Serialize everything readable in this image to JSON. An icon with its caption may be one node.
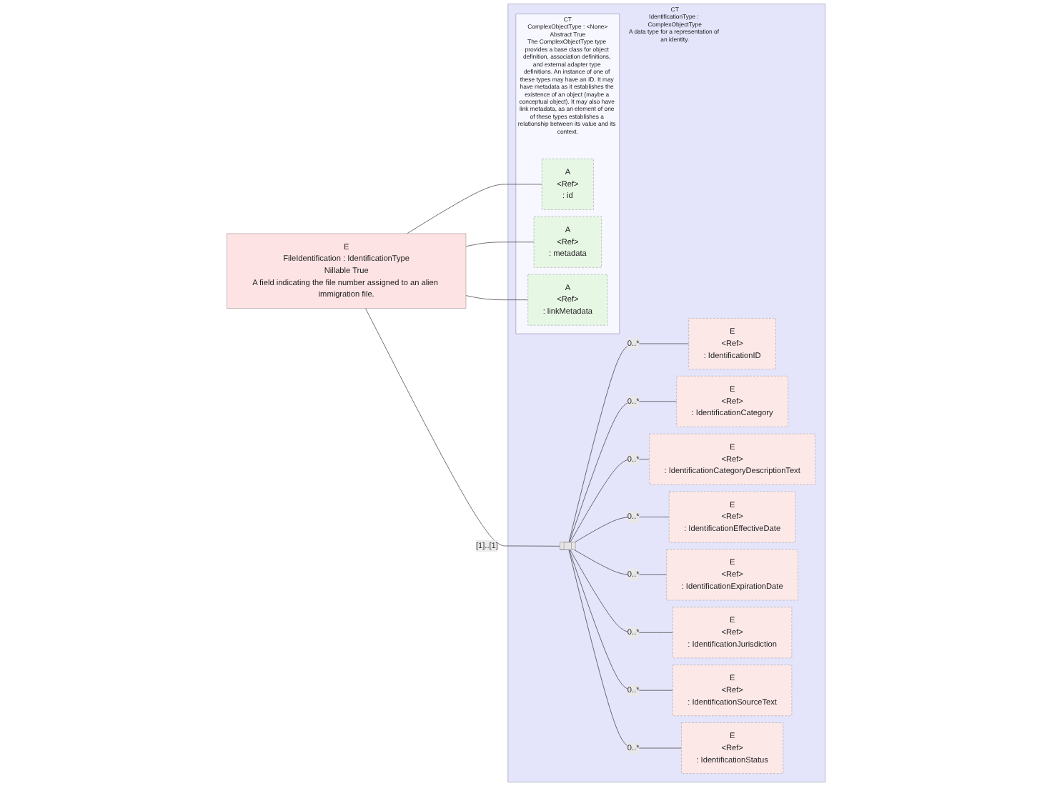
{
  "diagram": {
    "nodes": [
      {
        "text": [
          "E",
          "FileIdentification : IdentificationType",
          "Nillable True",
          "A field indicating the file number assigned to an alien immigration file."
        ]
      },
      {
        "text": [
          "CT",
          "IdentificationType : ComplexObjectType",
          "A data type for a representation of an identity."
        ]
      },
      {
        "text": [
          "CT",
          "ComplexObjectType : <None>",
          "Abstract True",
          "The ComplexObjectType type provides a base class for object definition, association definitions, and external adapter type definitions. An instance of one of these types may have an ID. It may have metadata as it establishes the existence of an object (maybe a conceptual object). It may also have link metadata, as an element of one of these types establishes a relationship between its value and its context."
        ],
        "in": 1
      },
      {
        "text": [
          "A",
          "<Ref>",
          ": id"
        ],
        "in": 2
      },
      {
        "text": [
          "A",
          "<Ref>",
          ": metadata"
        ],
        "in": 2
      },
      {
        "text": [
          "A",
          "<Ref>",
          ": linkMetadata"
        ],
        "in": 2
      },
      {
        "text": [],
        "shape": "bar",
        "in": 1
      },
      {
        "text": [
          "E",
          "<Ref>",
          ": IdentificationID"
        ],
        "in": 1
      },
      {
        "text": [
          "E",
          "<Ref>",
          ": IdentificationCategory"
        ],
        "in": 1
      },
      {
        "text": [
          "E",
          "<Ref>",
          ": IdentificationCategoryDescriptionText"
        ],
        "in": 1
      },
      {
        "text": [
          "E",
          "<Ref>",
          ": IdentificationEffectiveDate"
        ],
        "in": 1
      },
      {
        "text": [
          "E",
          "<Ref>",
          ": IdentificationExpirationDate"
        ],
        "in": 1
      },
      {
        "text": [
          "E",
          "<Ref>",
          ": IdentificationJurisdiction"
        ],
        "in": 1
      },
      {
        "text": [
          "E",
          "<Ref>",
          ": IdentificationSourceText"
        ],
        "in": 1
      },
      {
        "text": [
          "E",
          "<Ref>",
          ": IdentificationStatus"
        ],
        "in": 1
      }
    ],
    "edges": [
      {
        "from": 0,
        "to": 3,
        "arrow": "none"
      },
      {
        "from": 0,
        "to": 4,
        "arrow": "none"
      },
      {
        "from": 0,
        "to": 5,
        "arrow": "none"
      },
      {
        "from": 0,
        "to": 6,
        "arrow": "none",
        "label": "[1]..[1]"
      },
      {
        "from": 6,
        "to": 7,
        "arrow": "none",
        "label": "0..*"
      },
      {
        "from": 6,
        "to": 8,
        "arrow": "none",
        "label": "0..*"
      },
      {
        "from": 6,
        "to": 9,
        "arrow": "none",
        "label": "0..*"
      },
      {
        "from": 6,
        "to": 10,
        "arrow": "none",
        "label": "0..*"
      },
      {
        "from": 6,
        "to": 11,
        "arrow": "none",
        "label": "0..*"
      },
      {
        "from": 6,
        "to": 12,
        "arrow": "none",
        "label": "0..*"
      },
      {
        "from": 6,
        "to": 13,
        "arrow": "none",
        "label": "0..*"
      },
      {
        "from": 6,
        "to": 14,
        "arrow": "none",
        "label": "0..*"
      }
    ]
  }
}
